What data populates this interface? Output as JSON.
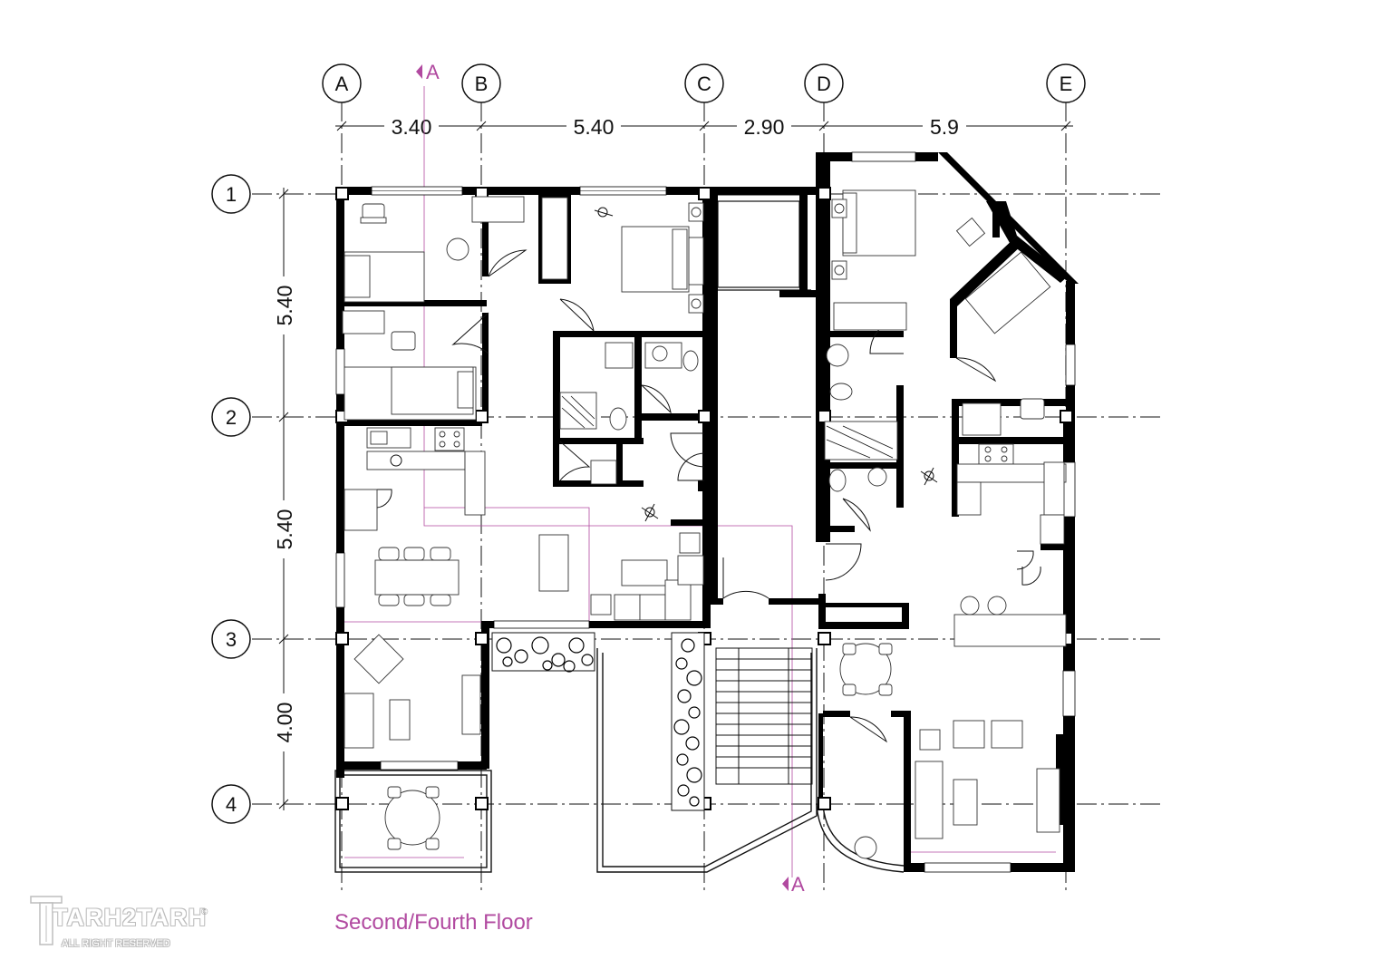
{
  "drawing": {
    "caption": "Second/Fourth Floor",
    "colors": {
      "accent": "#b14aa0",
      "ink": "#111111",
      "wall": "#000000",
      "watermark": "#bdbdbd"
    }
  },
  "grid": {
    "columns": [
      "A",
      "B",
      "C",
      "D",
      "E"
    ],
    "rows": [
      "1",
      "2",
      "3",
      "4"
    ],
    "column_spacings": [
      "3.40",
      "5.40",
      "2.90",
      "5.9"
    ],
    "row_spacings": [
      "5.40",
      "5.40",
      "4.00"
    ]
  },
  "section": {
    "label_top": "A",
    "label_bottom": "A"
  },
  "watermark": {
    "name": "TARH2TARH",
    "sub": "ALL RIGHT RESERVED",
    "mark": "©"
  }
}
